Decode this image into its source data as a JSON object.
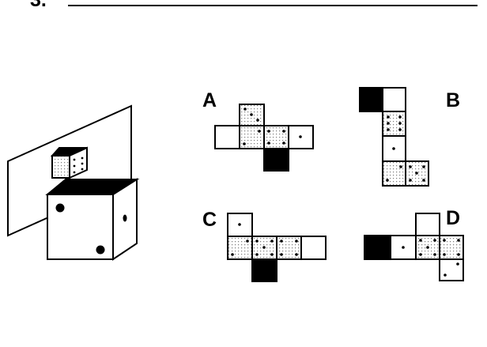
{
  "question_number": "3.",
  "option_labels": {
    "a": "A",
    "b": "B",
    "c": "C",
    "d": "D"
  },
  "colors": {
    "ink": "#000000",
    "paper": "#ffffff",
    "shade_dots": "#7a7a7a"
  }
}
